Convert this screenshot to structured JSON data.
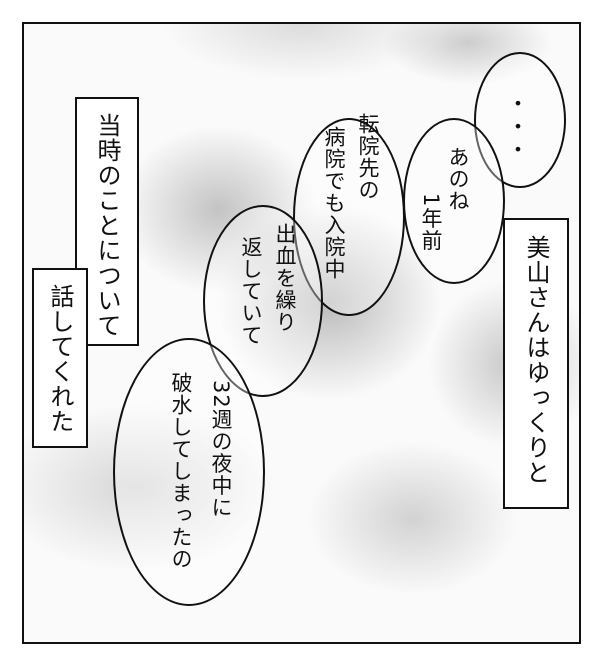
{
  "bubbles": [
    {
      "lines": [
        "・・・"
      ]
    },
    {
      "lines": [
        "あのね",
        "1年前"
      ]
    },
    {
      "lines": [
        "転院先の",
        "病院でも入院中"
      ]
    },
    {
      "lines": [
        "出血を繰り",
        "返していて"
      ]
    },
    {
      "lines": [
        "32週の夜中に",
        "破水してしまったの"
      ]
    }
  ],
  "narration": [
    {
      "text": "美山さんはゆっくりと"
    },
    {
      "text": "当時のことについて"
    },
    {
      "text": "話してくれた"
    }
  ]
}
